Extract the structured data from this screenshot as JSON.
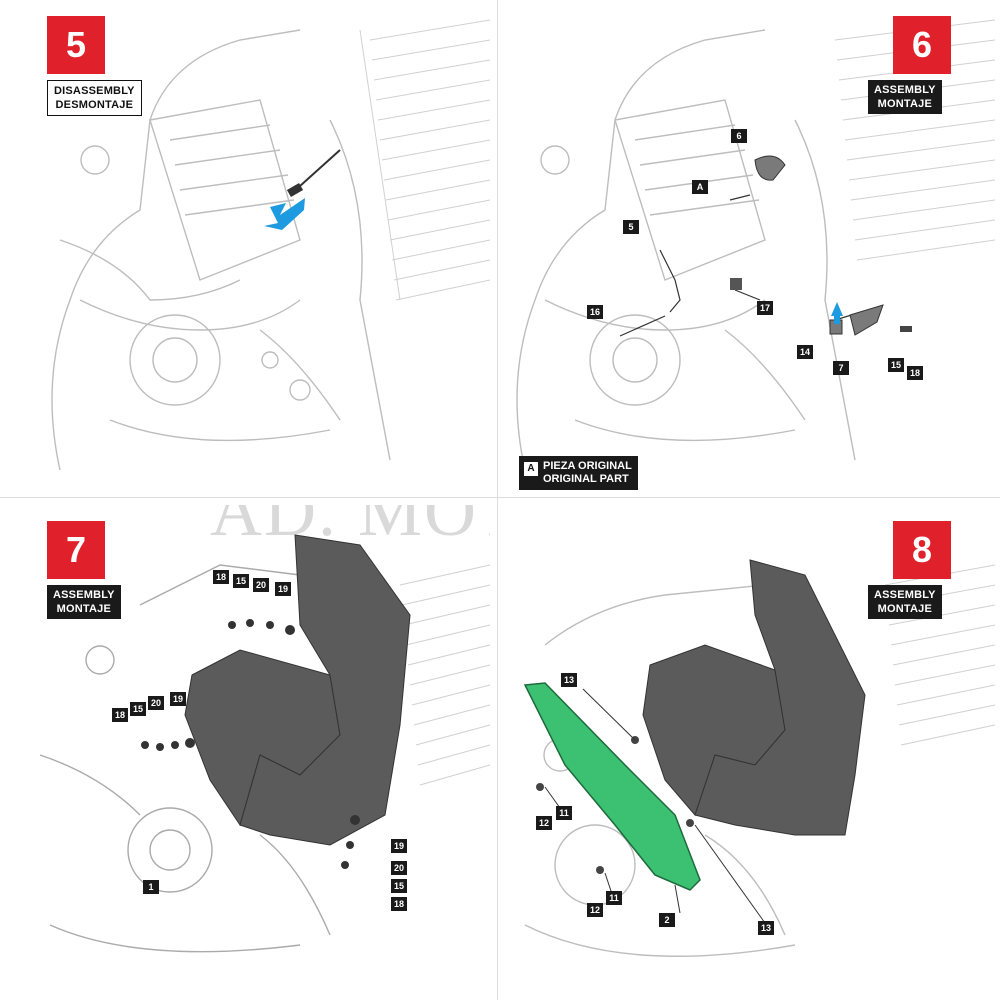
{
  "watermark": "AD. MOTO",
  "legend": {
    "key": "A",
    "line1": "PIEZA ORIGINAL",
    "line2": "ORIGINAL PART"
  },
  "colors": {
    "step_red": "#e0202a",
    "callout_bg": "#1a1a1a",
    "guard_gray": "#5b5b5b",
    "guard_green": "#3cc072",
    "arrow_blue": "#1e9be0"
  },
  "steps": [
    {
      "number": "5",
      "line1": "DISASSEMBLY",
      "line2": "DESMONTAJE",
      "callouts": []
    },
    {
      "number": "6",
      "line1": "ASSEMBLY",
      "line2": "MONTAJE",
      "callouts": [
        "6",
        "A",
        "5",
        "16",
        "17",
        "14",
        "7",
        "15",
        "18"
      ]
    },
    {
      "number": "7",
      "line1": "ASSEMBLY",
      "line2": "MONTAJE",
      "callouts": [
        "18",
        "15",
        "20",
        "19",
        "20",
        "19",
        "18",
        "15",
        "19",
        "20",
        "15",
        "18",
        "1"
      ]
    },
    {
      "number": "8",
      "line1": "ASSEMBLY",
      "line2": "MONTAJE",
      "callouts": [
        "13",
        "12",
        "11",
        "12",
        "11",
        "2",
        "13"
      ]
    }
  ]
}
